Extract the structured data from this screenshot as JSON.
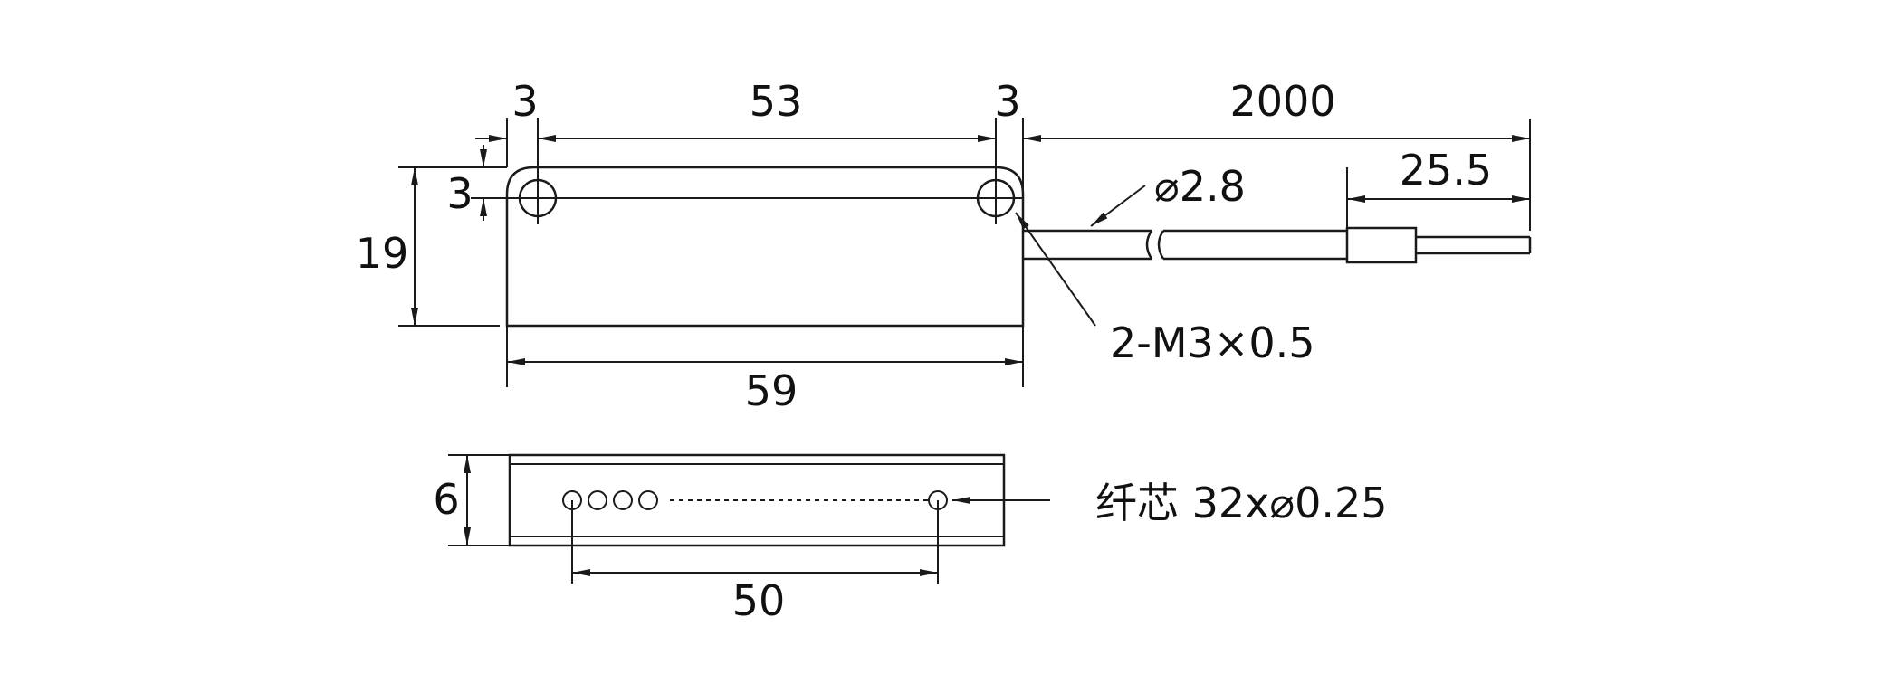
{
  "top_view": {
    "dim_left_margin": "3",
    "dim_hole_spacing": "53",
    "dim_right_margin": "3",
    "dim_cable_length": "2000",
    "dim_sleeve_length": "25.5",
    "dim_hole_offset": "3",
    "dim_height": "19",
    "dim_width": "59",
    "cable_diameter": "⌀2.8",
    "hole_callout": "2-M3×0.5"
  },
  "side_view": {
    "dim_thickness": "6",
    "dim_fiber_span": "50",
    "fiber_callout": "纤芯 32x⌀0.25"
  }
}
